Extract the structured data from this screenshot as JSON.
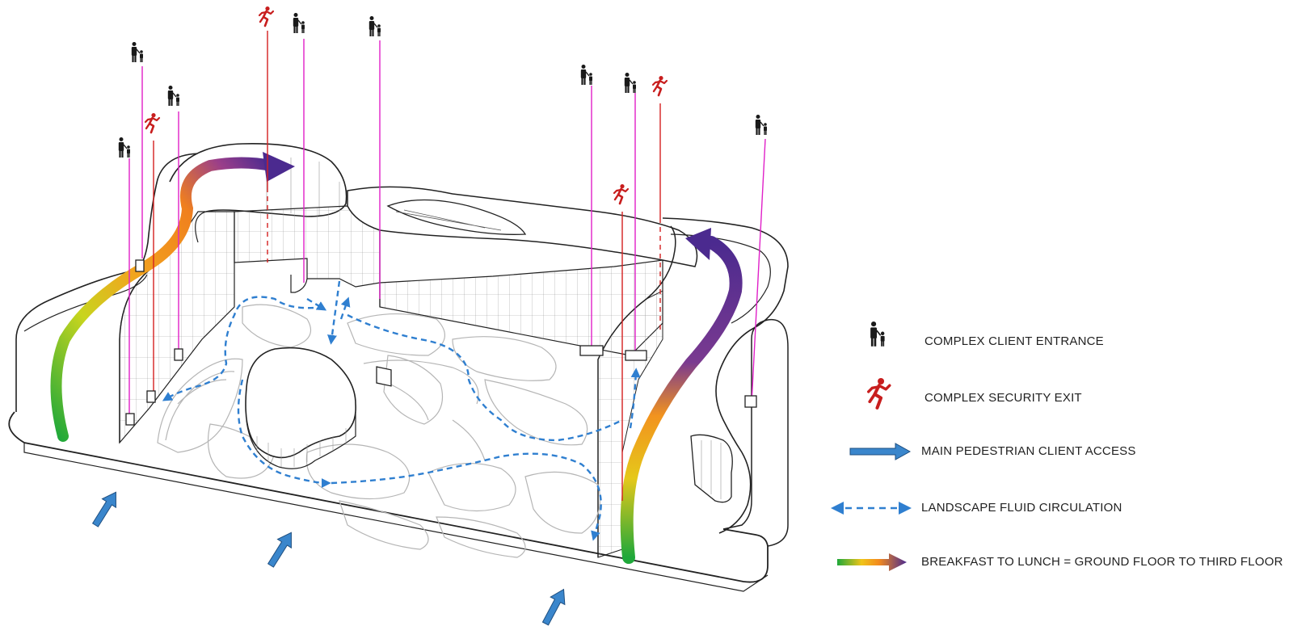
{
  "legend": {
    "items": [
      {
        "key": "entrance",
        "label": "COMPLEX CLIENT ENTRANCE",
        "icon": "parent-child-icon"
      },
      {
        "key": "exit",
        "label": "COMPLEX SECURITY EXIT",
        "icon": "running-person-icon"
      },
      {
        "key": "access",
        "label": "MAIN PEDESTRIAN CLIENT ACCESS",
        "icon": "blue-arrow-icon"
      },
      {
        "key": "circulation",
        "label": "LANDSCAPE FLUID CIRCULATION",
        "icon": "dashed-double-arrow-icon"
      },
      {
        "key": "vertical",
        "label": "BREAKFAST TO LUNCH = GROUND FLOOR TO THIRD FLOOR",
        "icon": "gradient-arrow-icon"
      }
    ]
  },
  "colors": {
    "entrance_line": "#e020c8",
    "exit_line": "#d42020",
    "exit_icon": "#c81e1e",
    "access_arrow": "#3a86cc",
    "circulation": "#2f7fd0",
    "gradient_start": "#1fa83a",
    "gradient_mid1": "#f0c419",
    "gradient_mid2": "#f28a1e",
    "gradient_end": "#4b2a8f",
    "outline": "#222222",
    "grid": "#9a9a9a",
    "pods": "#b5b5b5"
  }
}
